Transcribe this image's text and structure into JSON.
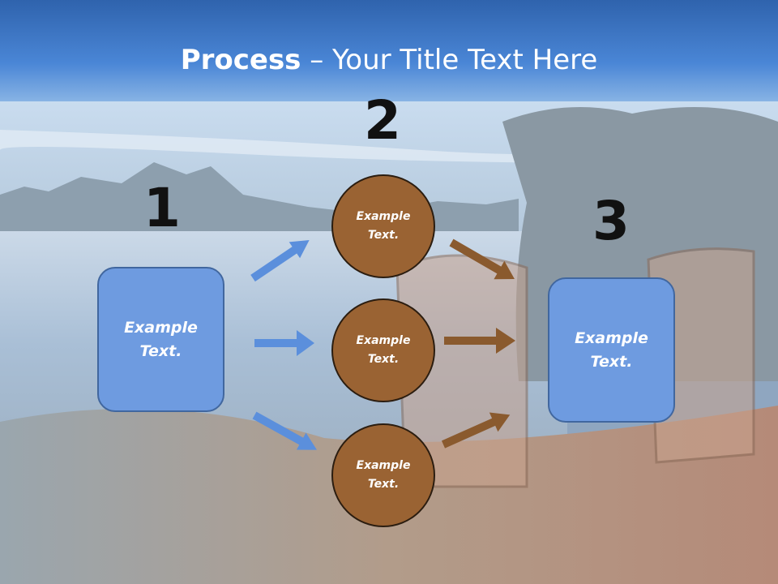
{
  "title": {
    "bold": "Process",
    "rest": " – Your Title Text Here"
  },
  "steps": {
    "one": "1",
    "two": "2",
    "three": "3"
  },
  "left_box": {
    "text": "Example Text."
  },
  "circles": [
    {
      "text": "Example Text."
    },
    {
      "text": "Example Text."
    },
    {
      "text": "Example Text."
    }
  ],
  "right_box": {
    "text": "Example Text."
  },
  "colors": {
    "box_fill": "#6e9be0",
    "circle_fill": "#9a6333",
    "blue_arrow": "#5b8fdc",
    "brown_arrow": "#8a5a2e"
  }
}
